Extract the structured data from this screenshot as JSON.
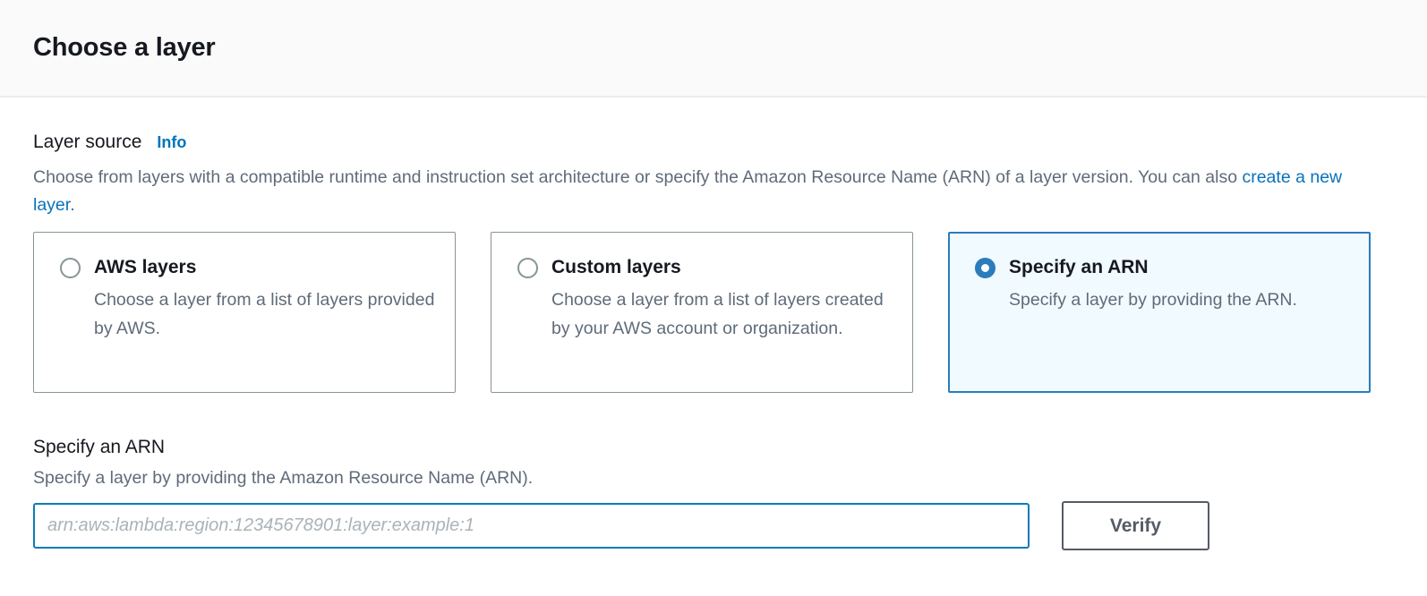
{
  "header": {
    "title": "Choose a layer"
  },
  "layer_source": {
    "label": "Layer source",
    "info_link_label": "Info",
    "description_text": "Choose from layers with a compatible runtime and instruction set architecture or specify the Amazon Resource Name (ARN) of a layer version. You can also ",
    "create_layer_link_label": "create a new layer."
  },
  "options": [
    {
      "title": "AWS layers",
      "description": "Choose a layer from a list of layers provided by AWS.",
      "selected": false
    },
    {
      "title": "Custom layers",
      "description": "Choose a layer from a list of layers created by your AWS account or organization.",
      "selected": false
    },
    {
      "title": "Specify an ARN",
      "description": "Specify a layer by providing the ARN.",
      "selected": true
    }
  ],
  "arn_section": {
    "label": "Specify an ARN",
    "description": "Specify a layer by providing the Amazon Resource Name (ARN).",
    "input_value": "",
    "input_placeholder": "arn:aws:lambda:region:12345678901:layer:example:1",
    "verify_button_label": "Verify"
  },
  "colors": {
    "accent_blue": "#0073bb",
    "selected_tile_border": "#2b7cbc",
    "selected_tile_background": "#f1faff",
    "header_background": "#fafafa",
    "divider": "#eaeded",
    "text_dark": "#16191f",
    "text_gray": "#5f6b7a",
    "tile_border_gray": "#879596",
    "button_gray": "#545b64"
  }
}
